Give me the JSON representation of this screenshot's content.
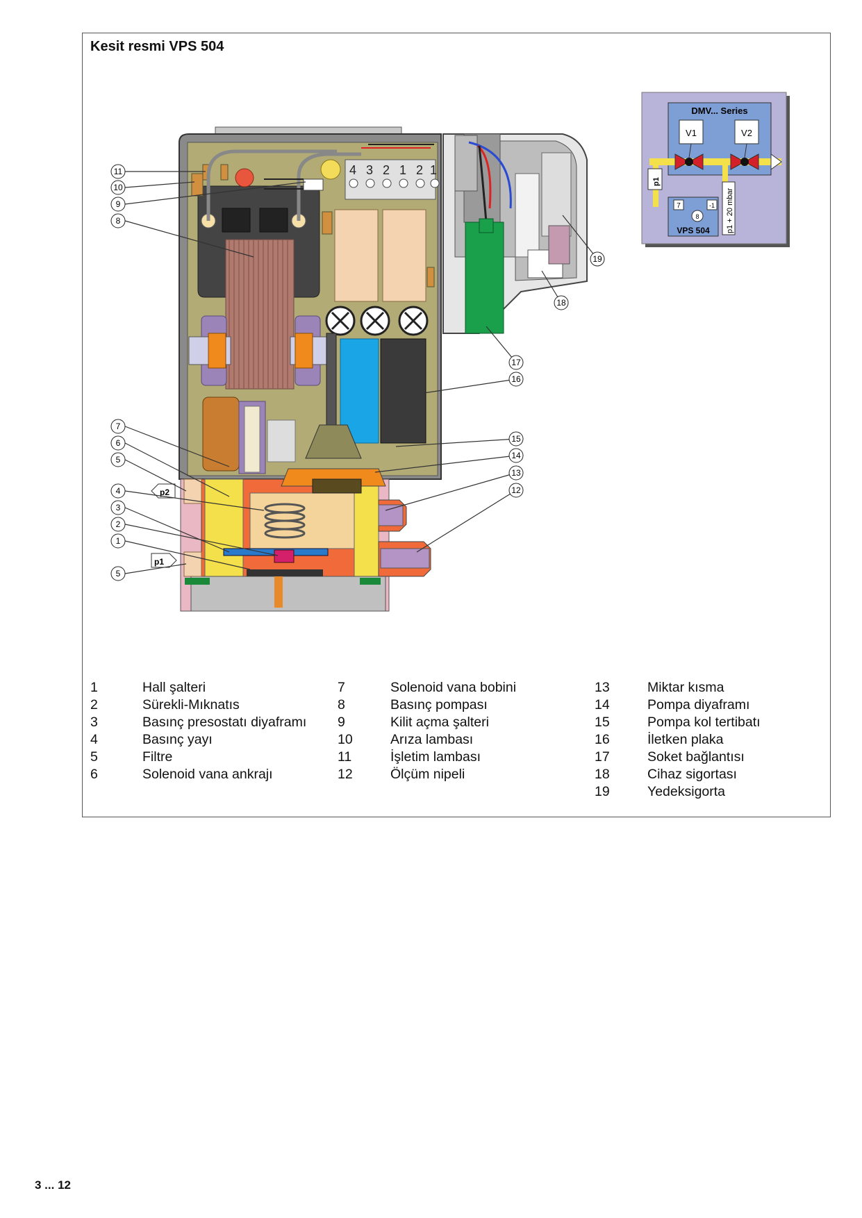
{
  "title": "Kesit resmi VPS 504",
  "inset": {
    "series_label": "DMV... Series",
    "valve1": "V1",
    "valve2": "V2",
    "p1_label": "p1",
    "p1_plus_label": "p1 + 20 mbar",
    "box7": "7",
    "box8": "8",
    "box_minus1": "-1",
    "device_label": "VPS 504"
  },
  "diagram": {
    "terminal_labels": [
      "4",
      "3",
      "2",
      "1",
      "2",
      "1"
    ],
    "p2_label": "p2",
    "p1_label": "p1"
  },
  "callouts": [
    "11",
    "10",
    "9",
    "8",
    "7",
    "6",
    "5",
    "4",
    "3",
    "2",
    "1",
    "5",
    "19",
    "18",
    "17",
    "16",
    "15",
    "14",
    "13",
    "12"
  ],
  "legend": {
    "col1": [
      {
        "num": "1",
        "label": "Hall şalteri"
      },
      {
        "num": "2",
        "label": "Sürekli-Mıknatıs"
      },
      {
        "num": "3",
        "label": "Basınç presostatı diyaframı"
      },
      {
        "num": "4",
        "label": "Basınç yayı"
      },
      {
        "num": "5",
        "label": "Filtre"
      },
      {
        "num": "6",
        "label": "Solenoid vana ankrajı"
      }
    ],
    "col2": [
      {
        "num": "7",
        "label": "Solenoid vana bobini"
      },
      {
        "num": "8",
        "label": "Basınç pompası"
      },
      {
        "num": "9",
        "label": "Kilit açma şalteri"
      },
      {
        "num": "10",
        "label": "Arıza lambası"
      },
      {
        "num": "11",
        "label": "İşletim lambası"
      },
      {
        "num": "12",
        "label": "Ölçüm nipeli"
      }
    ],
    "col3": [
      {
        "num": "13",
        "label": "Miktar kısma"
      },
      {
        "num": "14",
        "label": "Pompa diyaframı"
      },
      {
        "num": "15",
        "label": "Pompa kol tertibatı"
      },
      {
        "num": "16",
        "label": "İletken plaka"
      },
      {
        "num": "17",
        "label": "Soket bağlantısı"
      },
      {
        "num": "18",
        "label": "Cihaz sigortası"
      },
      {
        "num": "19",
        "label": "Yedeksigorta"
      }
    ]
  },
  "page_number": "3 ... 12"
}
